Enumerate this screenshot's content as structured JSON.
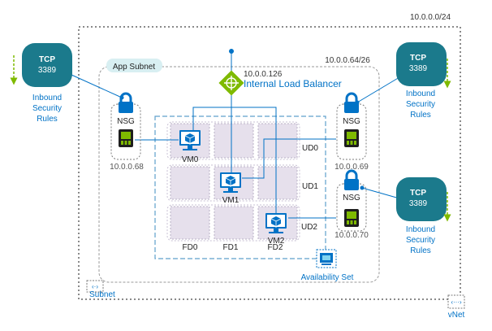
{
  "vnet": {
    "cidr": "10.0.0.0/24",
    "label": "vNet"
  },
  "subnet": {
    "title": "App Subnet",
    "cidr": "10.0.0.64/26",
    "label": "Subnet"
  },
  "load_balancer": {
    "ip": "10.0.0.126",
    "label": "Internal Load Balancer"
  },
  "tcp_rules": [
    {
      "protocol": "TCP",
      "port": "3389",
      "label": [
        "Inbound",
        "Security",
        "Rules"
      ]
    },
    {
      "protocol": "TCP",
      "port": "3389",
      "label": [
        "Inbound",
        "Security",
        "Rules"
      ]
    },
    {
      "protocol": "TCP",
      "port": "3389",
      "label": [
        "Inbound",
        "Security",
        "Rules"
      ]
    }
  ],
  "nsgs": [
    {
      "label": "NSG",
      "ip": "10.0.0.68"
    },
    {
      "label": "NSG",
      "ip": "10.0.0.69"
    },
    {
      "label": "NSG",
      "ip": "10.0.0.70"
    }
  ],
  "vms": [
    "VM0",
    "VM1",
    "VM2"
  ],
  "update_domains": [
    "UD0",
    "UD1",
    "UD2"
  ],
  "fault_domains": [
    "FD0",
    "FD1",
    "FD2"
  ],
  "availability_set": {
    "label": "Availability Set"
  },
  "colors": {
    "primary": "#0072c6",
    "teal": "#1b7a8c",
    "green": "#7fba00",
    "frame": "#9a9a9a"
  }
}
